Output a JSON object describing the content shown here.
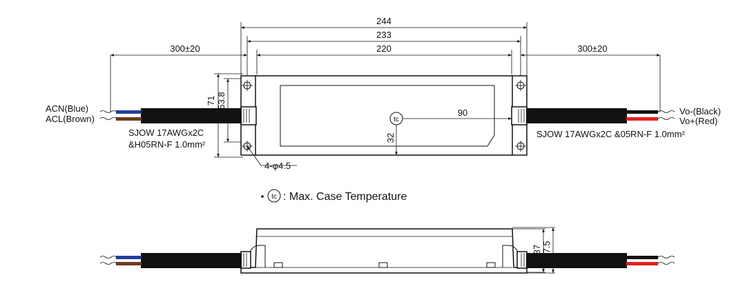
{
  "dimensions": {
    "overall_length": "244",
    "mount_hole_pitch": "233",
    "case_length": "220",
    "input_cable_length": "300±20",
    "output_cable_length": "300±20",
    "overall_width": "71",
    "case_width": "53.8",
    "tc_x": "90",
    "tc_y": "32",
    "mount_holes": "4-φ4.5",
    "height": "37",
    "overall_height": "37.5"
  },
  "labels": {
    "acn": "ACN(Blue)",
    "acl": "ACL(Brown)",
    "input_cable_line1": "SJOW 17AWGx2C",
    "input_cable_line2": "&H05RN-F 1.0mm²",
    "vo_minus": "Vo-(Black)",
    "vo_plus": "Vo+(Red)",
    "output_cable": "SJOW 17AWGx2C &05RN-F 1.0mm²",
    "tc_symbol": "tc",
    "tc_note": ": Max. Case Temperature"
  },
  "colors": {
    "blue_wire": "#1f3f9a",
    "brown_wire": "#6b3a1f",
    "black_wire": "#111111",
    "red_wire": "#e0221b"
  }
}
